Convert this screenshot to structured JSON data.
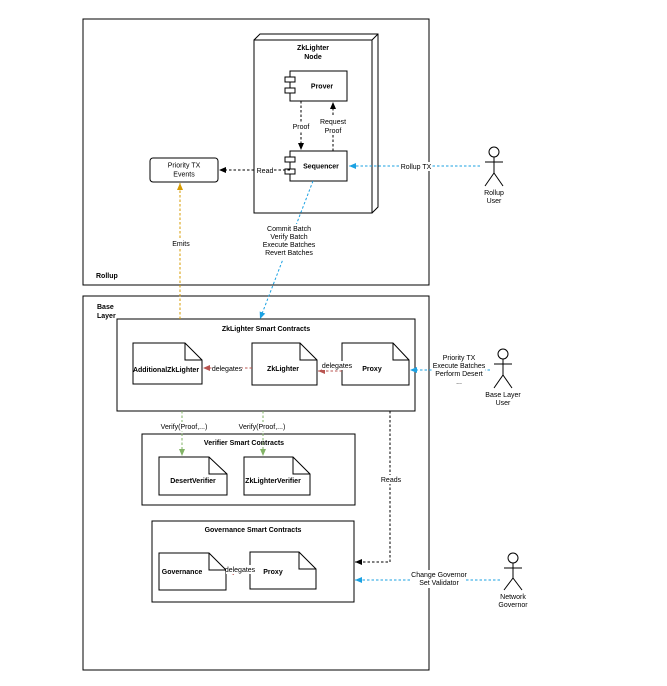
{
  "regions": {
    "rollup": "Rollup",
    "base_layer_line1": "Base",
    "base_layer_line2": "Layer"
  },
  "node": {
    "title_line1": "ZkLighter",
    "title_line2": "Node",
    "prover": "Prover",
    "sequencer": "Sequencer"
  },
  "priority_events": {
    "line1": "Priority TX",
    "line2": "Events"
  },
  "zklighter_contracts": {
    "title": "ZkLighter Smart Contracts",
    "additional": "AdditionalZkLighter",
    "zklighter": "ZkLighter",
    "proxy": "Proxy"
  },
  "verifier_contracts": {
    "title": "Verifier Smart Contracts",
    "desert": "DesertVerifier",
    "zklighter_verifier": "ZkLighterVerifier"
  },
  "governance_contracts": {
    "title": "Governance Smart Contracts",
    "governance": "Governance",
    "proxy": "Proxy"
  },
  "actors": {
    "rollup_user": {
      "line1": "Rollup",
      "line2": "User"
    },
    "base_layer_user": {
      "line1": "Base Layer",
      "line2": "User"
    },
    "network_governor": {
      "line1": "Network",
      "line2": "Governor"
    }
  },
  "edge_labels": {
    "proof": "Proof",
    "request_proof_1": "Request",
    "request_proof_2": "Proof",
    "read": "Read",
    "rollup_tx": "Rollup TX",
    "emits": "Emits",
    "commit_1": "Commit Batch",
    "commit_2": "Verify Batch",
    "commit_3": "Execute Batches",
    "commit_4": "Revert Batches",
    "delegates_1": "delegates",
    "delegates_2": "delegates",
    "delegates_3": "delegates",
    "verify_1": "Verify(Proof,...)",
    "verify_2": "Verify(Proof,...)",
    "reads": "Reads",
    "base_user_1": "Priority TX",
    "base_user_2": "Execute Batches",
    "base_user_3": "Perform Desert",
    "base_user_4": "...",
    "governor_1": "Change Governor",
    "governor_2": "Set Validator"
  },
  "colors": {
    "blue": "#1ba1e2",
    "orange": "#d79b00",
    "green": "#82b366",
    "red": "#b85450",
    "black": "#000000"
  }
}
